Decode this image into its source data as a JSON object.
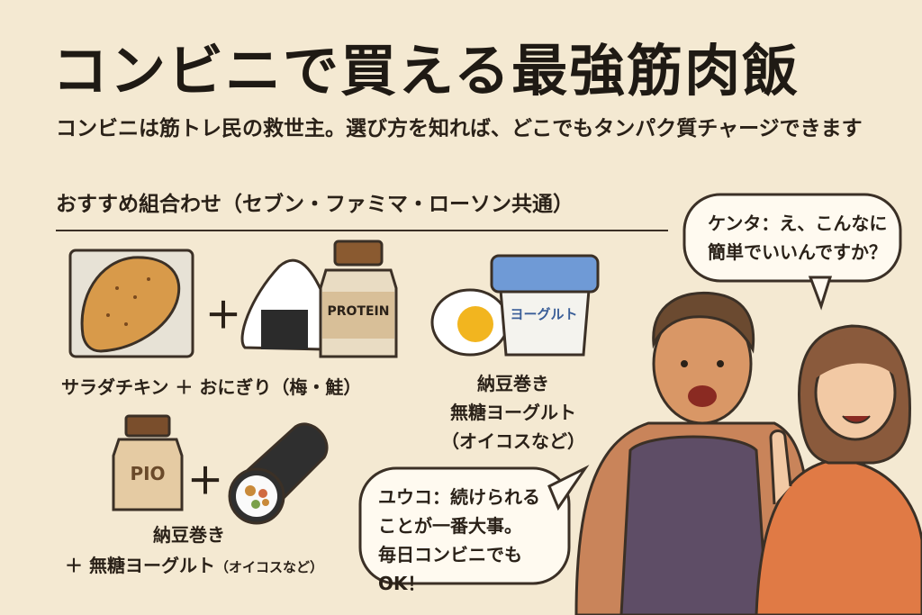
{
  "title": "コンビニで買える最強筋肉飯",
  "subtitle": "コンビニは筋トレ民の救世主。選び方を知れば、どこでもタンパク質チャージできます",
  "section_heading": "おすすめ組合わせ（セブン・ファミマ・ローソン共通）",
  "combos": {
    "combo1_caption": "サラダチキン ＋ おにぎり（梅・鮭）",
    "combo2_line1": "納豆巻き",
    "combo2_line2": "無糖ヨーグルト",
    "combo2_line3": "（オイコスなど）",
    "combo3_line1": "納豆巻き",
    "combo3_line2": "＋ 無糖ヨーグルト",
    "combo3_line2_small": "（オイコスなど）",
    "plus": "＋"
  },
  "labels": {
    "protein_bottle": "PROTEIN",
    "yogurt_cup": "ヨーグルト",
    "pio_bottle": "PIO"
  },
  "bubbles": {
    "kenta_line1": "ケンタ：え、こんなに",
    "kenta_line2": "簡単でいいんですか？",
    "yuko_line1": "ユウコ：続けられる",
    "yuko_line2": "ことが一番大事。",
    "yuko_line3": "毎日コンビニでもOK！"
  },
  "colors": {
    "background": "#f4e9d2",
    "man_shirt": "#5e4d66",
    "woman_shirt": "#e07a45",
    "chicken": "#d89a4a"
  }
}
